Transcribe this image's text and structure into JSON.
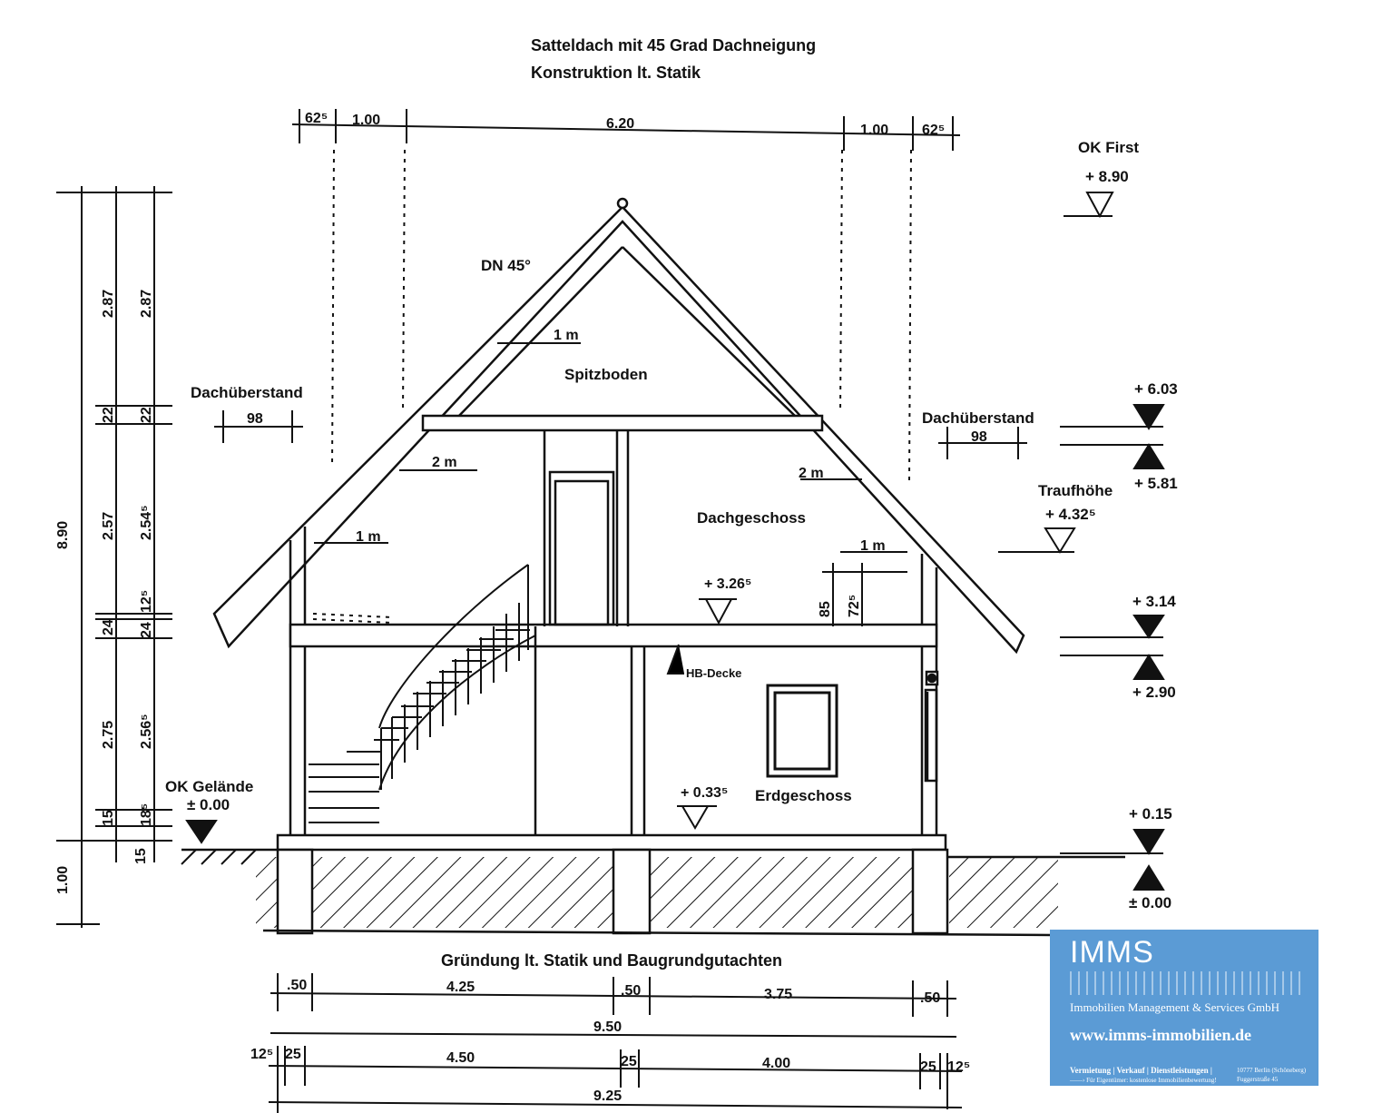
{
  "title": {
    "line1": "Satteldach mit 45 Grad Dachneigung",
    "line2": "Konstruktion lt. Statik"
  },
  "top_dims": [
    "62⁵",
    "1.00",
    "6.20",
    "1.00",
    "62⁵"
  ],
  "left_dims": {
    "total": "8.90",
    "foundation": "1.00",
    "col1": [
      "2.87",
      "22",
      "2.57",
      "24",
      "2.75",
      "15",
      "15"
    ],
    "col2": [
      "2.87",
      "22",
      "2.54⁵",
      "12⁵",
      "24",
      "2.56⁵",
      "18⁵"
    ]
  },
  "rooms": {
    "attic": "Spitzboden",
    "upper": "Dachgeschoss",
    "ground": "Erdgeschoss"
  },
  "labels": {
    "roof_pitch": "DN 45°",
    "overhang_left": "Dachüberstand",
    "overhang_left_value": "98",
    "overhang_right": "Dachüberstand",
    "overhang_right_value": "98",
    "hb_ceiling": "HB-Decke",
    "m1_a": "1 m",
    "m2_a": "2 m",
    "m1_b": "1 m",
    "m2_b": "2 m",
    "m1_c": "1 m",
    "dim_85": "85",
    "dim_725": "72⁵",
    "level_upper_floor": "+ 3.26⁵",
    "level_ground_floor": "+ 0.33⁵",
    "ok_gelaende": "OK Gelände",
    "ok_gelaende_value": "± 0.00"
  },
  "levels_right": {
    "ok_first": "OK First",
    "ok_first_value": "+ 8.90",
    "l603": "+ 6.03",
    "l581": "+ 5.81",
    "traufhoehe": "Traufhöhe",
    "traufhoehe_value": "+ 4.32⁵",
    "l314": "+ 3.14",
    "l290": "+ 2.90",
    "l015": "+ 0.15",
    "l000": "± 0.00"
  },
  "foundation_note": "Gründung lt. Statik und Baugrundgutachten",
  "bottom_dims": {
    "row1": [
      ".50",
      "4.25",
      ".50",
      "3.75",
      ".50"
    ],
    "row1_total": "9.50",
    "row2": [
      "12⁵",
      "25",
      "4.50",
      "25",
      "4.00",
      "25",
      "12⁵"
    ],
    "row2_total": "9.25"
  },
  "logo": {
    "brand": "IMMS",
    "company": "Immobilien Management & Services GmbH",
    "url": "www.imms-immobilien.de",
    "services": "Vermietung | Verkauf | Dienstleistungen |",
    "owners": "——› Für Eigentümer: kostenlose Immobilienbewertung!",
    "address1": "10777 Berlin (Schöneberg)",
    "address2": "Fuggerstraße 45"
  }
}
